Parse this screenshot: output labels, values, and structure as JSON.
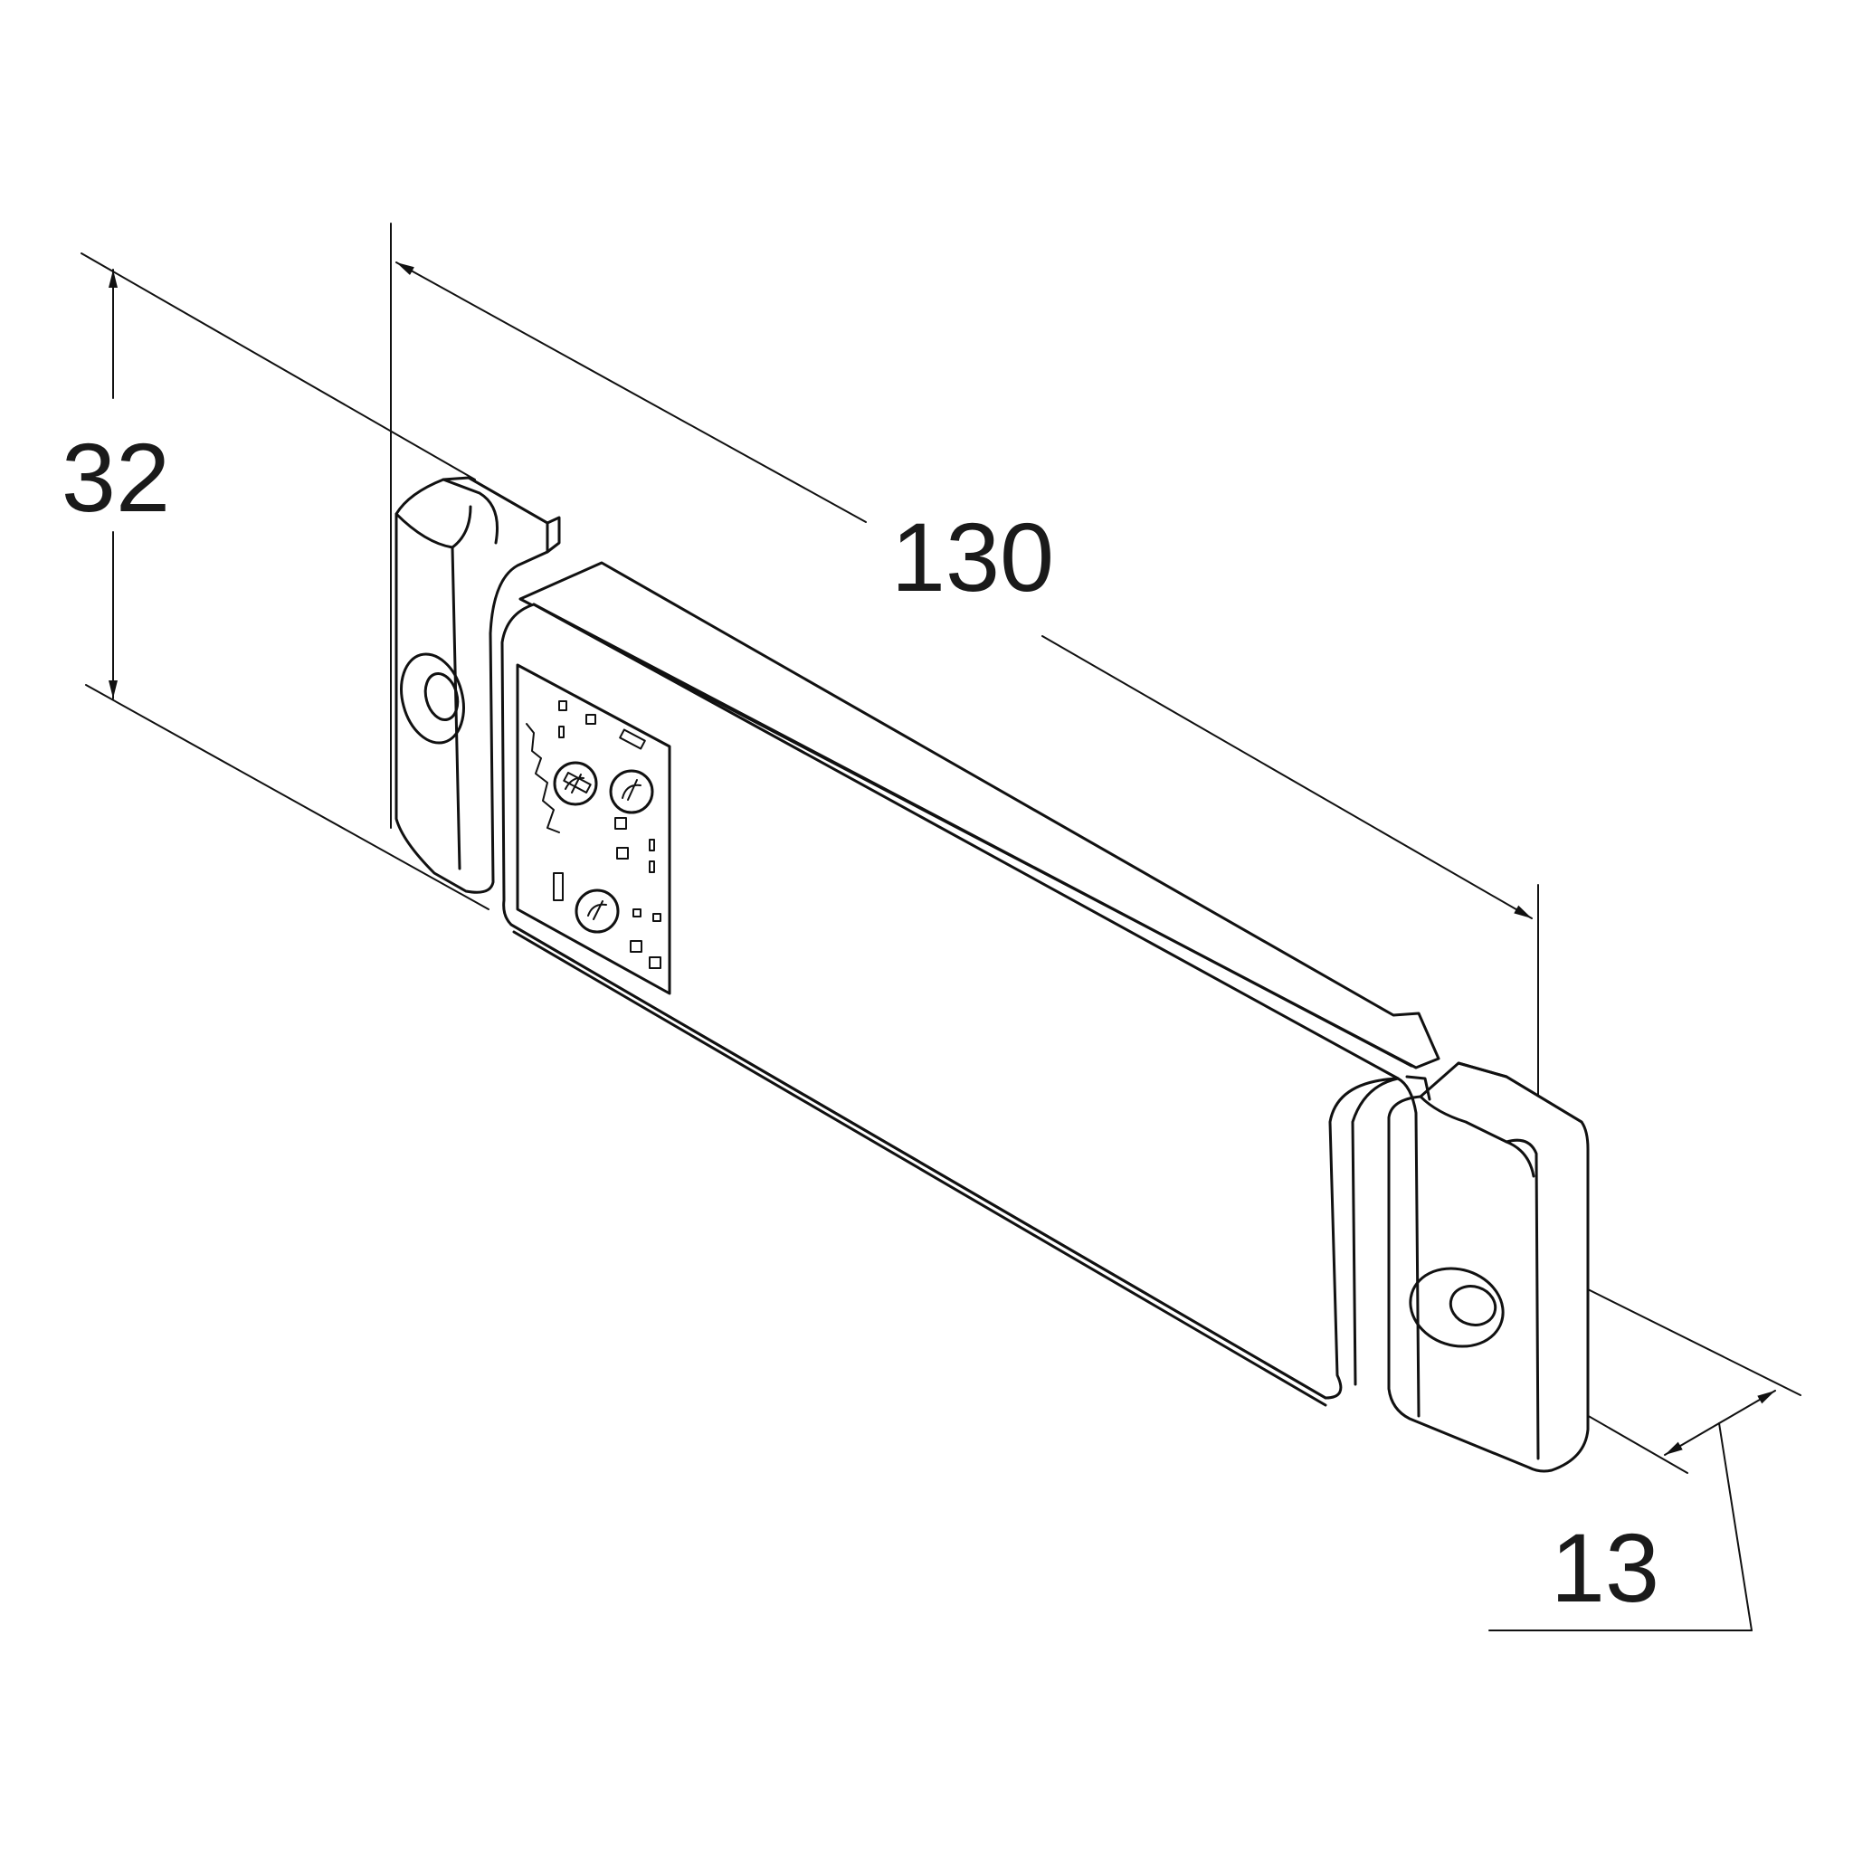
{
  "dimensions": {
    "height_value": "32",
    "length_value": "130",
    "depth_value": "13"
  },
  "colors": {
    "line": "#111111",
    "background": "#ffffff"
  },
  "icons": [
    "mounting-hole-icon",
    "terminal-screw-icon"
  ]
}
